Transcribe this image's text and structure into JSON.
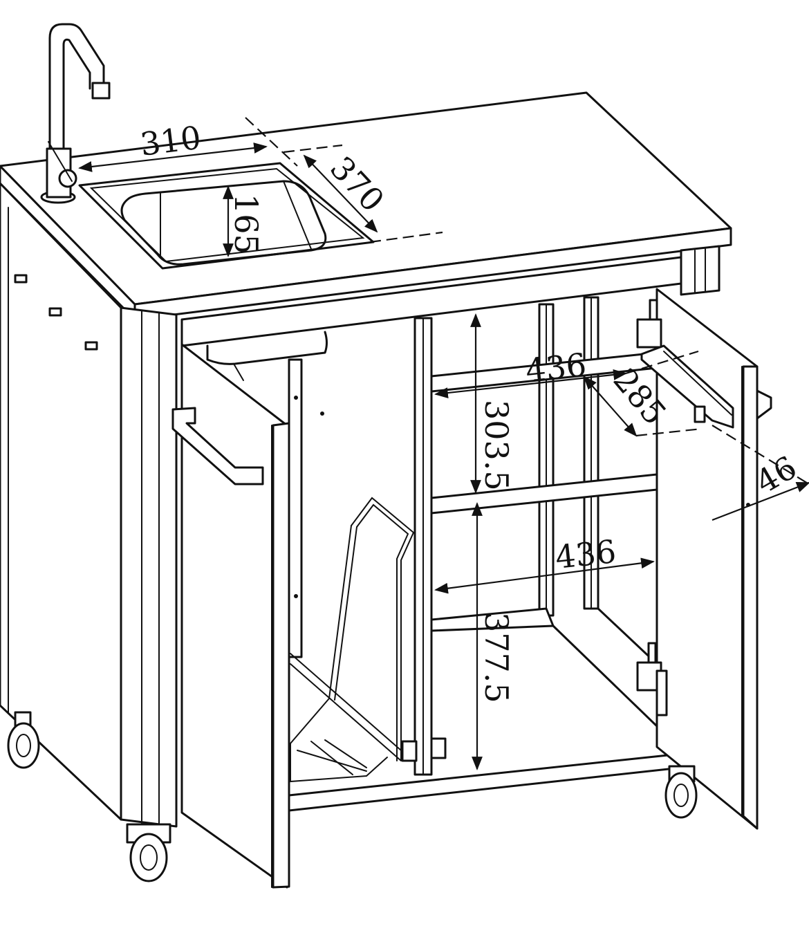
{
  "dimensions": {
    "sink_width": "310",
    "sink_depth": "370",
    "sink_height": "165",
    "shelf_width_upper": "436",
    "shelf_depth": "285",
    "upper_clearance": "303.5",
    "shelf_width_lower": "436",
    "lower_clearance": "377.5",
    "door_offset": "46"
  },
  "colors": {
    "line": "#111111",
    "background": "#ffffff"
  },
  "icons": [
    "faucet-icon",
    "caster-wheel-icon",
    "hinge-icon",
    "drawer-slide-icon",
    "towel-bar-icon",
    "bin-rack-icon"
  ]
}
